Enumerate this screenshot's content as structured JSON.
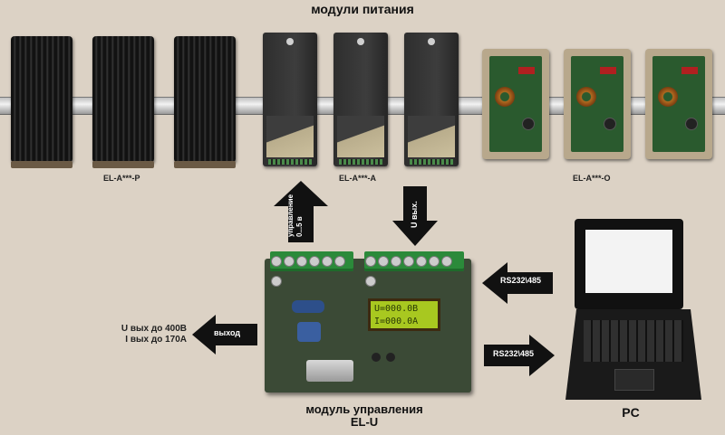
{
  "title": "модули питания",
  "groups": {
    "p_label": "EL-A***-P",
    "a_label": "EL-A***-A",
    "o_label": "EL-A***-O"
  },
  "arrows": {
    "control": "управление 0...5 в",
    "uout": "U вых.",
    "rs_in": "RS232\\485",
    "rs_out": "RS232\\485",
    "output": "выход"
  },
  "output_specs": {
    "line1": "U вых до 400В",
    "line2": "I вых до 170А"
  },
  "control_module": {
    "line1": "модуль управления",
    "line2": "EL-U"
  },
  "lcd": {
    "line1": "U=000.0B",
    "line2": "I=000.0A"
  },
  "pc_label": "PC",
  "colors": {
    "background": "#dcd2c5",
    "arrow": "#111111",
    "lcd": "#a8c820"
  }
}
